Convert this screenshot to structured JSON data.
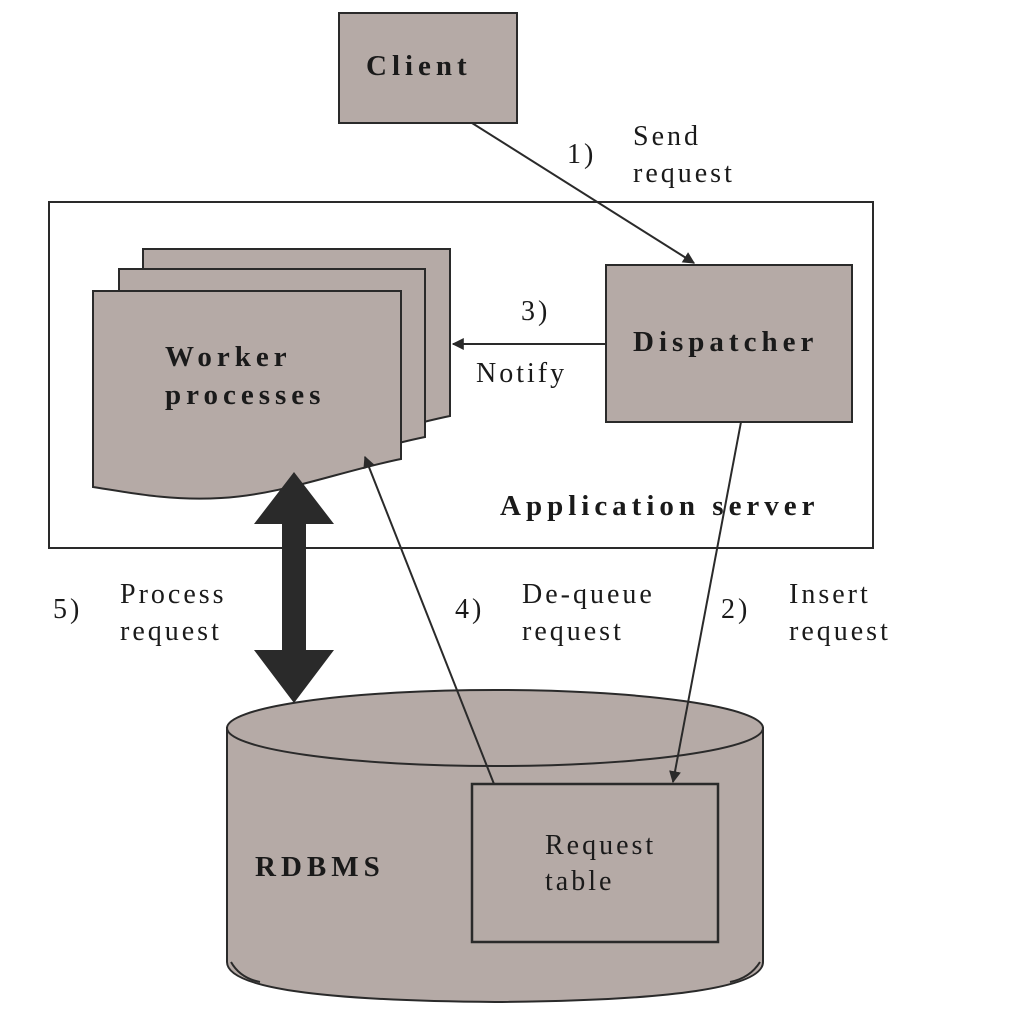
{
  "colors": {
    "box_fill": "#b5aaa6",
    "stroke": "#2a2a2a",
    "background": "#ffffff"
  },
  "nodes": {
    "client": "Client",
    "dispatcher": "Dispatcher",
    "worker_line1": "Worker",
    "worker_line2": "processes",
    "application_server": "Application server",
    "rdbms": "RDBMS",
    "request_table_line1": "Request",
    "request_table_line2": "table"
  },
  "steps": {
    "s1": {
      "num": "1)",
      "line1": "Send",
      "line2": "request"
    },
    "s2": {
      "num": "2)",
      "line1": "Insert",
      "line2": "request"
    },
    "s3": {
      "num": "3)",
      "line1": "Notify"
    },
    "s4": {
      "num": "4)",
      "line1": "De-queue",
      "line2": "request"
    },
    "s5": {
      "num": "5)",
      "line1": "Process",
      "line2": "request"
    }
  }
}
